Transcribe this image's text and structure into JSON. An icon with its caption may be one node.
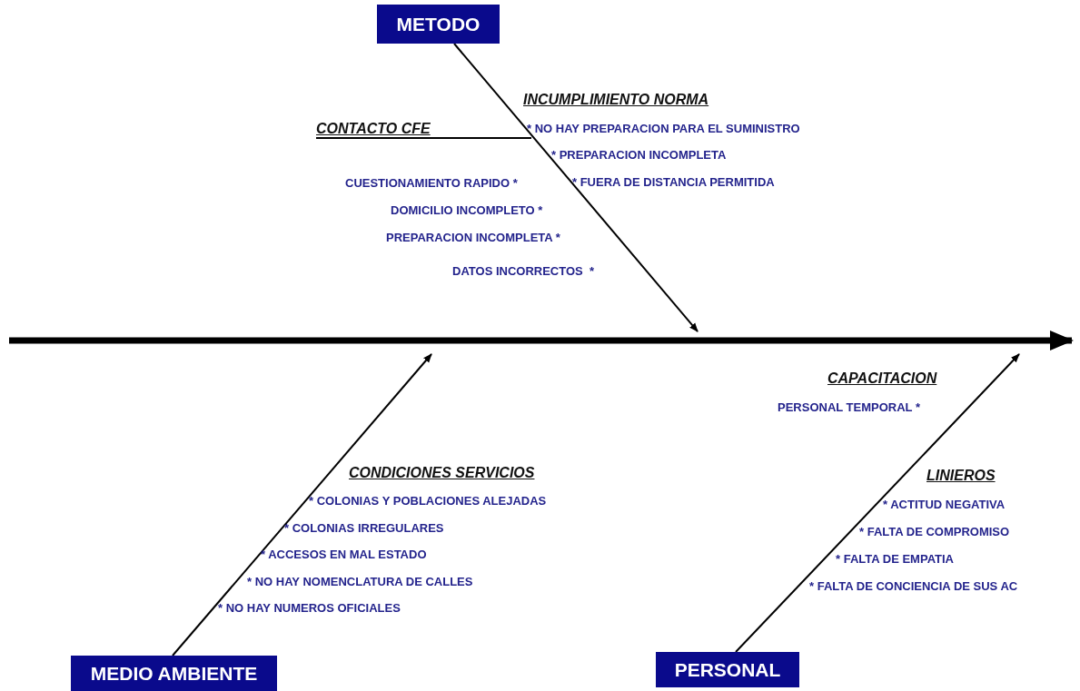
{
  "diagram": {
    "nodes": [
      {
        "text": [
          "METODO"
        ]
      },
      {
        "text": [
          "MEDIO AMBIENTE"
        ]
      },
      {
        "text": [
          "PERSONAL"
        ]
      }
    ],
    "edges": [
      {
        "from": 0,
        "to": null,
        "arrow": "to"
      },
      {
        "from": 1,
        "to": null,
        "arrow": "to"
      },
      {
        "from": 2,
        "to": null,
        "arrow": "to"
      }
    ],
    "labels": [
      "INCUMPLIMIENTO NORMA",
      "CONTACTO CFE",
      "* NO HAY PREPARACION PARA EL SUMINISTRO",
      "* PREPARACION INCOMPLETA",
      "CUESTIONAMIENTO RAPIDO *",
      "* FUERA DE DISTANCIA PERMITIDA",
      "DOMICILIO INCOMPLETO *",
      "PREPARACION INCOMPLETA *",
      "DATOS INCORRECTOS  *",
      "CONDICIONES SERVICIOS",
      "* COLONIAS Y POBLACIONES ALEJADAS",
      "* COLONIAS IRREGULARES",
      "* ACCESOS EN MAL ESTADO",
      "* NO HAY NOMENCLATURA DE CALLES",
      "* NO HAY NUMEROS OFICIALES",
      "CAPACITACION",
      "PERSONAL TEMPORAL *",
      "LINIEROS",
      "* ACTITUD NEGATIVA",
      "* FALTA DE COMPROMISO",
      "* FALTA DE EMPATIA",
      "* FALTA DE CONCIENCIA DE SUS AC"
    ]
  }
}
